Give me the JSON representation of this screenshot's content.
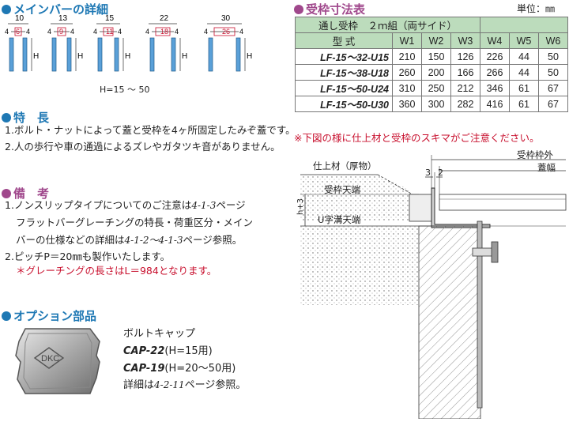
{
  "mainbar": {
    "title": "メインバーの詳細",
    "widths": [
      "10",
      "13",
      "15",
      "22",
      "30"
    ],
    "inner": [
      "6",
      "9",
      "11",
      "18",
      "26"
    ],
    "side": "4",
    "h_label": "H",
    "h_range": "H=15 ～ 50"
  },
  "features": {
    "title": "特　長",
    "lines": [
      "1.ボルト・ナットによって蓋と受枠を4ヶ所固定したみぞ蓋です。",
      "2.人の歩行や車の通過によるズレやガタツキ音がありません。"
    ]
  },
  "notes": {
    "title": "備　考",
    "l1a": "1.ノンスリップタイプについてのご注意は",
    "l1b": "4-1-3",
    "l1c": "ページ",
    "l2": "フラットバーグレーチングの特長・荷重区分・メイン",
    "l3a": "バーの仕様などの詳細は",
    "l3b": "4-1-2～4-1-3",
    "l3c": "ページ参照。",
    "l4": "2.ピッチP＝20㎜も製作いたします。",
    "l5": "＊グレーチングの長さはL＝984となります。"
  },
  "options": {
    "title": "オプション部品",
    "product": "ボルトキャップ",
    "logo": "DKC",
    "cap22_model": "CAP-22",
    "cap22_spec": "(H=15用)",
    "cap19_model": "CAP-19",
    "cap19_spec": "(H=20～50用)",
    "ref_a": "詳細は",
    "ref_b": "4-2-11",
    "ref_c": "ページ参照。"
  },
  "table": {
    "title": "受枠寸法表",
    "unit": "単位：㎜",
    "group_header": "通し受枠　２ｍ組（両サイド）",
    "model_header": "型 式",
    "columns": [
      "W1",
      "W2",
      "W3",
      "W4",
      "W5",
      "W6"
    ],
    "rows": [
      {
        "model": "LF-15～32-U15",
        "values": [
          "210",
          "150",
          "126",
          "226",
          "44",
          "50"
        ]
      },
      {
        "model": "LF-15～38-U18",
        "values": [
          "260",
          "200",
          "166",
          "266",
          "44",
          "50"
        ]
      },
      {
        "model": "LF-15～50-U24",
        "values": [
          "310",
          "250",
          "212",
          "346",
          "61",
          "67"
        ]
      },
      {
        "model": "LF-15～50-U30",
        "values": [
          "360",
          "300",
          "282",
          "416",
          "61",
          "67"
        ]
      }
    ],
    "colors": {
      "header_bg": "#bcdcbc"
    }
  },
  "section": {
    "note": "※下図の様に仕上材と受枠のスキマがご注意ください。",
    "frame_outer": "受枠枠外",
    "lid_width": "蓋幅",
    "finish": "仕上材（厚物）",
    "frame_top": "受枠天端",
    "ditch_top": "U字溝天端",
    "h3": "h+3",
    "gap3": "3",
    "gap2": "2"
  },
  "colors": {
    "blue": "#1e78b4",
    "pink": "#a0488c",
    "red": "#c8102e"
  }
}
